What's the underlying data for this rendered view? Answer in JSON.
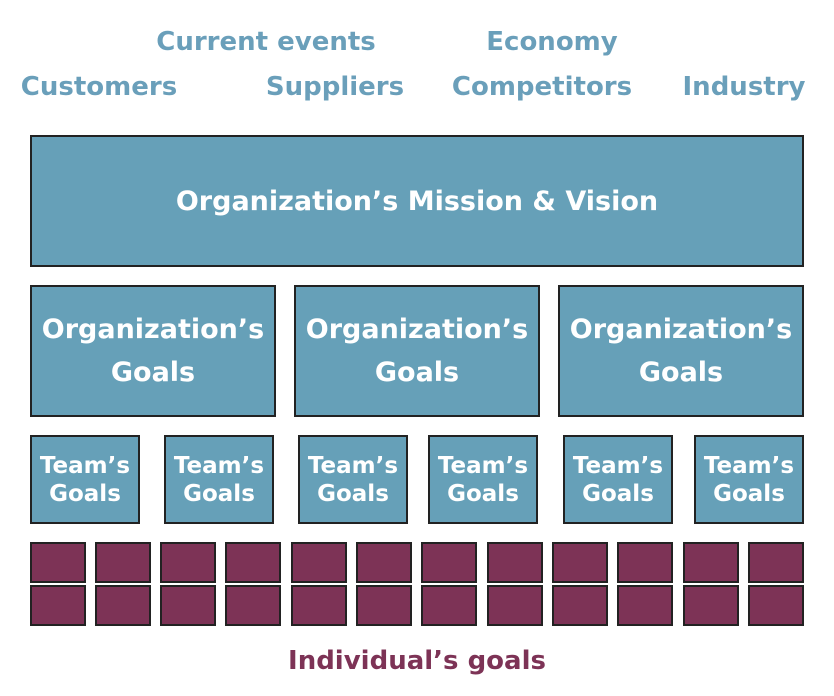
{
  "external_factors": {
    "current_events": "Current events",
    "economy": "Economy",
    "customers": "Customers",
    "suppliers": "Suppliers",
    "competitors": "Competitors",
    "industry": "Industry"
  },
  "mission": "Organization’s Mission & Vision",
  "org_goals": [
    "Organization’s\nGoals",
    "Organization’s\nGoals",
    "Organization’s\nGoals"
  ],
  "team_goals": [
    "Team’s\nGoals",
    "Team’s\nGoals",
    "Team’s\nGoals",
    "Team’s\nGoals",
    "Team’s\nGoals",
    "Team’s\nGoals"
  ],
  "individual_caption": "Individual’s goals",
  "colors": {
    "factor_text": "#6a9fba",
    "box_fill": "#66a0b8",
    "individual_fill": "#7d3356"
  }
}
